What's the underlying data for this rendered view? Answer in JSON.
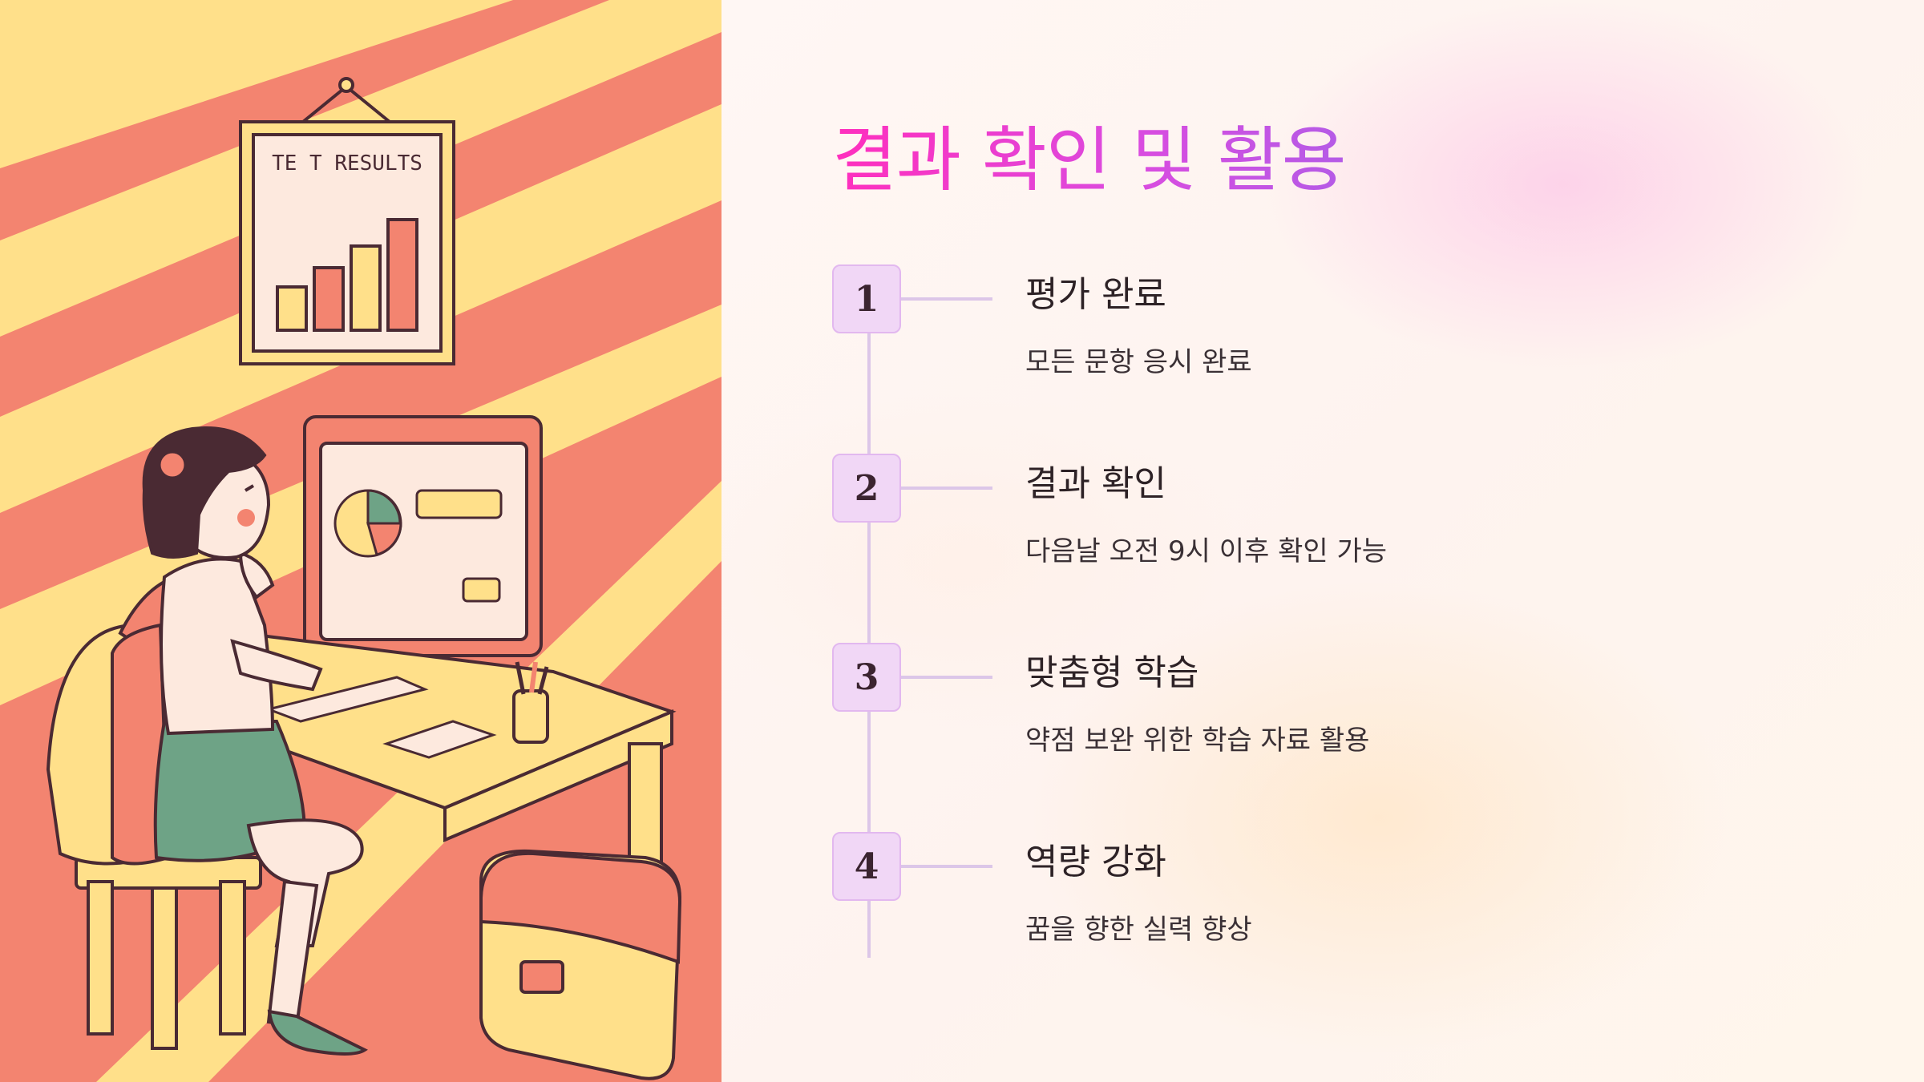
{
  "illustration": {
    "poster_title": "TE T RESULTS",
    "poster_bars": [
      0.36,
      0.52,
      0.7,
      0.92
    ]
  },
  "colors": {
    "coral": "#f38470",
    "yellow": "#ffe08a",
    "outline": "#4a2a33",
    "title_gradient_start": "#ff2fbd",
    "title_gradient_end": "#b45be6",
    "badge_fill": "#f1d7f6",
    "timeline": "#dcc6e8"
  },
  "title": "결과 확인 및 활용",
  "steps": [
    {
      "number": "1",
      "title": "평가 완료",
      "description": "모든 문항 응시 완료"
    },
    {
      "number": "2",
      "title": "결과 확인",
      "description": "다음날 오전 9시 이후 확인 가능"
    },
    {
      "number": "3",
      "title": "맞춤형 학습",
      "description": "약점 보완 위한 학습 자료 활용"
    },
    {
      "number": "4",
      "title": "역량 강화",
      "description": "꿈을 향한 실력 향상"
    }
  ]
}
